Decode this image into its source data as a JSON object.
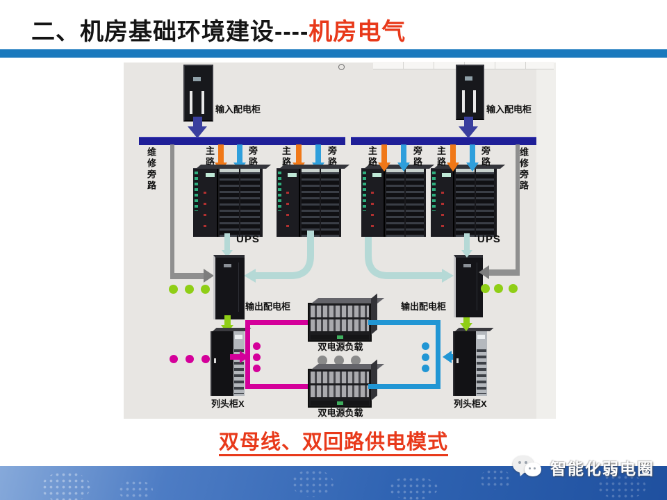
{
  "slide": {
    "title_prefix": "二、机房基础环境建设----",
    "title_highlight": "机房电气",
    "caption": "双母线、双回路供电模式",
    "brand": "智能化弱电圈"
  },
  "diagram": {
    "labels": {
      "input_cabinet": "输入配电柜",
      "main_path": "主路",
      "bypass_path": "旁路",
      "maintenance_bypass": "维修旁路",
      "ups": "UPS",
      "output_cabinet": "输出配电柜",
      "dual_power_load": "双电源负载",
      "row_head_cabinet": "列头柜X"
    },
    "colors": {
      "busbar_navy": "#1f1f98",
      "input_arrow_navy": "#3a3f9e",
      "main_path_orange": "#f07818",
      "bypass_blue": "#2f9fdc",
      "ups_output_teal": "#b5d9d6",
      "maintenance_gray": "#8f8f8f",
      "distribution_lime": "#8fce16",
      "feed_a_magenta": "#d4009a",
      "feed_b_cyan": "#2196d4",
      "ellipsis_gray": "#8a8a8a",
      "title_red": "#e8391a",
      "divider_blue": "#1a79bd",
      "footer_blue": "#2f63b2"
    }
  }
}
